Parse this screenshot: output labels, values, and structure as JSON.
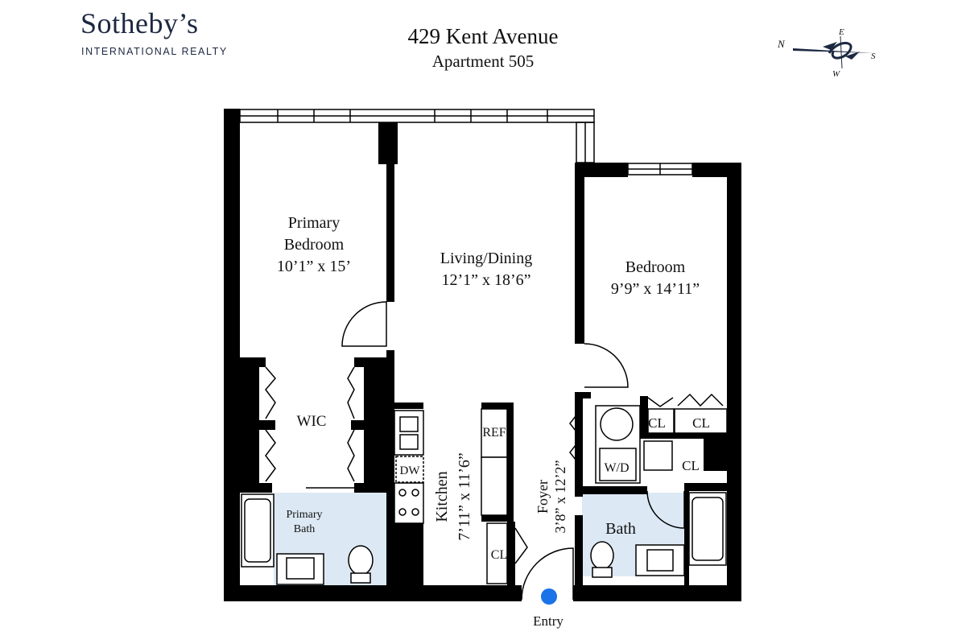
{
  "brand": {
    "name": "Sotheby’s",
    "subtitle": "INTERNATIONAL REALTY",
    "color": "#1c2841"
  },
  "header": {
    "address": "429 Kent Avenue",
    "apartment": "Apartment 505"
  },
  "compass": {
    "n": "N",
    "e": "E",
    "s": "S",
    "w": "W"
  },
  "rooms": {
    "primary_bedroom": {
      "line1": "Primary",
      "line2": "Bedroom",
      "dims": "10’1” x 15’"
    },
    "living_dining": {
      "name": "Living/Dining",
      "dims": "12’1” x 18’6”"
    },
    "bedroom": {
      "name": "Bedroom",
      "dims": "9’9” x 14’11”"
    },
    "wic": "WIC",
    "primary_bath": {
      "line1": "Primary",
      "line2": "Bath"
    },
    "kitchen": {
      "name": "Kitchen",
      "dims": "7’11” x 11’6”"
    },
    "foyer": {
      "name": "Foyer",
      "dims": "3’8” x 12’2”"
    },
    "bath": "Bath",
    "ref": "REF",
    "dw": "DW",
    "wd": "W/D",
    "closet_foyer": "CL",
    "closet_1": "CL",
    "closet_2": "CL",
    "closet_3": "CL",
    "entry": "Entry"
  },
  "colors": {
    "wall": "#000000",
    "bath_fill": "#dce9f5",
    "entry_dot": "#1a73e8"
  }
}
